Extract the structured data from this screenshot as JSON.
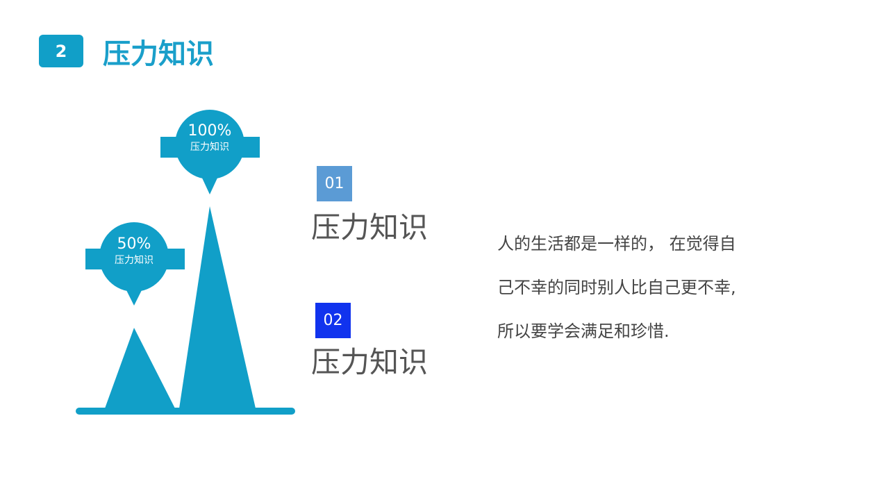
{
  "header": {
    "number": "2",
    "title": "压力知识"
  },
  "graphic": {
    "color": "#119fc8",
    "peaks": [
      {
        "percent": "100%",
        "label": "压力知识",
        "value": 100
      },
      {
        "percent": "50%",
        "label": "压力知识",
        "value": 50
      }
    ]
  },
  "items": [
    {
      "number": "01",
      "title": "压力知识",
      "color": "#5b9bd5"
    },
    {
      "number": "02",
      "title": "压力知识",
      "color": "#1133ee"
    }
  ],
  "paragraph": {
    "lines": [
      "人的生活都是一样的， 在觉得自",
      "己不幸的同时别人比自己更不幸,",
      "所以要学会满足和珍惜."
    ]
  }
}
